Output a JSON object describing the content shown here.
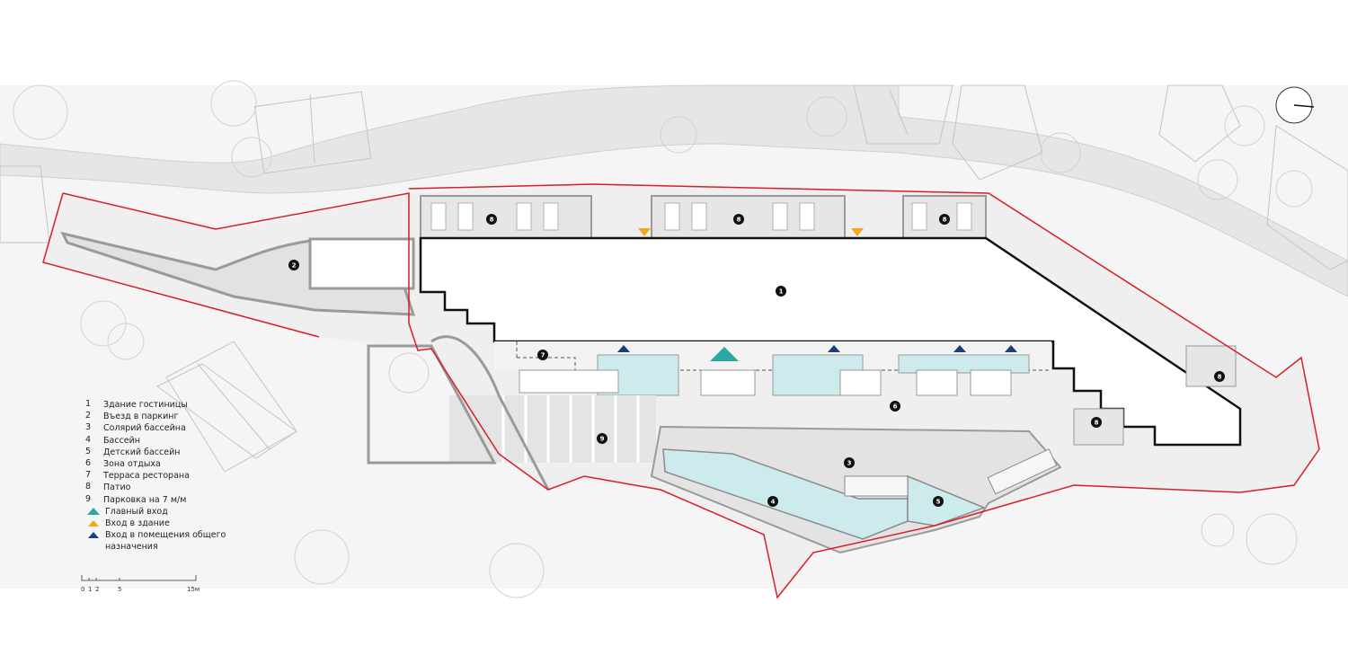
{
  "labels": {
    "zone_1": "1",
    "zone_2": "2",
    "zone_3": "3",
    "zone_4": "4",
    "zone_5": "5",
    "zone_6": "6",
    "zone_7": "7",
    "zone_8": "8",
    "zone_9": "9"
  },
  "legend": {
    "items": [
      {
        "num": "1",
        "label": "Здание гостиницы"
      },
      {
        "num": "2",
        "label": "Въезд в паркинг"
      },
      {
        "num": "3",
        "label": "Солярий бассейна"
      },
      {
        "num": "4",
        "label": "Бассейн"
      },
      {
        "num": "5",
        "label": "Детский бассейн"
      },
      {
        "num": "6",
        "label": "Зона отдыха"
      },
      {
        "num": "7",
        "label": "Терраса ресторана"
      },
      {
        "num": "8",
        "label": "Патио"
      },
      {
        "num": "9",
        "label": "Парковка на 7 м/м"
      }
    ],
    "symbols": [
      {
        "label": "Главный вход",
        "color": "#2aa9a3"
      },
      {
        "label": "Вход в здание",
        "color": "#f4a61c"
      },
      {
        "label": "Вход в помещения общего назначения",
        "color": "#1a3d7c"
      }
    ]
  },
  "scale": {
    "t0": "0",
    "t1": "1",
    "t2": "2",
    "t5": "5",
    "t15": "15м"
  },
  "colors": {
    "site_boundary": "#d61f26",
    "building_outline": "#111111",
    "wall": "#9a9a9a",
    "ground": "#efefef",
    "water": "#cdeaec",
    "main_entrance": "#2aa9a3",
    "building_entrance": "#f4a61c",
    "public_entrance": "#1a3d7c"
  }
}
